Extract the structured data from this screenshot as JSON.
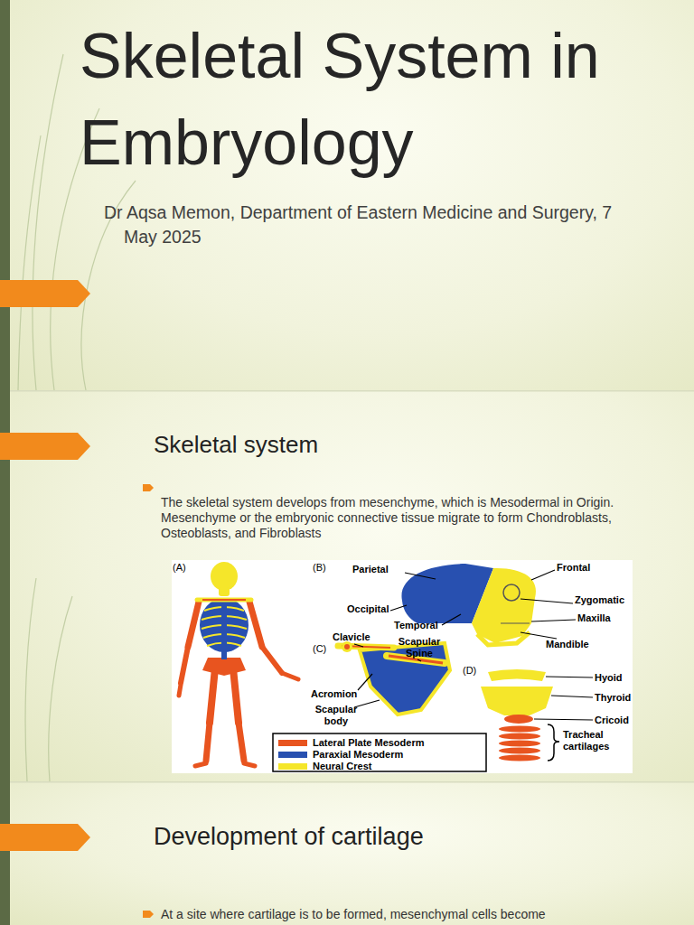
{
  "diagram": {
    "title": "Skeletal System in Embryology",
    "labels": [
      "Dr Aqsa Memon, Department of Eastern Medicine and Surgery, 7 May 2025",
      "Skeletal system",
      "The skeletal system develops from mesenchyme, which is Mesodermal in Origin. Mesenchyme or the embryonic connective tissue migrate to form Chondroblasts, Osteoblasts, and Fibroblasts",
      "(A)",
      "(B)",
      "Parietal",
      "Frontal",
      "Occipital",
      "Zygomatic",
      "Temporal",
      "Maxilla",
      "Mandible",
      "(C)",
      "Clavicle",
      "Scapular Spine",
      "Acromion",
      "Scapular body",
      "(D)",
      "Hyoid",
      "Thyroid",
      "Cricoid",
      "Tracheal cartilages",
      "Development of cartilage",
      "At a site where cartilage is to be formed, mesenchymal cells become"
    ],
    "legend": [
      {
        "text": "Lateral Plate Mesoderm",
        "color": "#e8541f"
      },
      {
        "text": "Paraxial Mesoderm",
        "color": "#2850b0"
      },
      {
        "text": "Neural Crest",
        "color": "#f5e62a"
      }
    ]
  }
}
